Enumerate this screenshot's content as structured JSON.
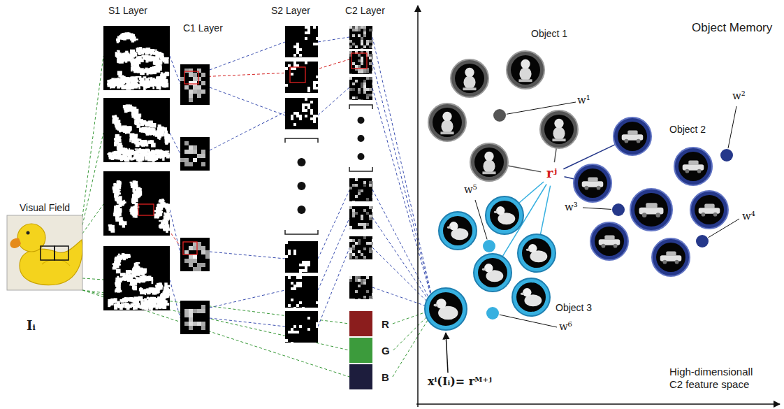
{
  "diagram": {
    "nodes": [
      {
        "text": [
          "Visual Field"
        ]
      },
      {
        "text": [
          "R"
        ]
      },
      {
        "text": [
          "G"
        ]
      },
      {
        "text": [
          "B"
        ]
      }
    ],
    "labels": [
      "S1 Layer",
      "C1 Layer",
      "S2 Layer",
      "C2 Layer",
      "Object Memory",
      "Object 1",
      "Object 2",
      "Object 3",
      "w¹",
      "w²",
      "w³",
      "w⁴",
      "w⁵",
      "w⁶",
      "rʲ",
      "xⁱ(Iᵢ)= rᴹ⁺ʲ",
      "Iᵢ",
      "High-dimensionall C2 feature space"
    ]
  }
}
